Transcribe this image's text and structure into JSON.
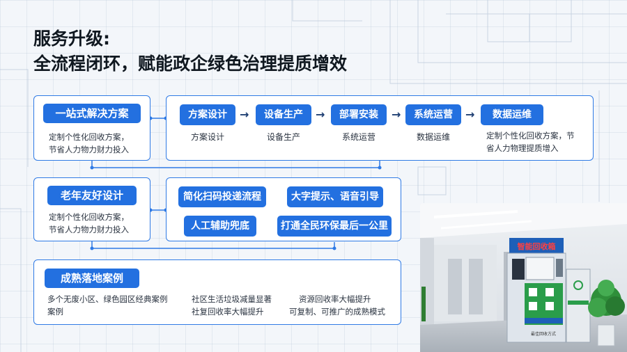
{
  "title": {
    "line1": "服务升级:",
    "line2": "全流程闭环，赋能政企绿色治理提质增效"
  },
  "section1": {
    "pill": "一站式解决方案",
    "desc_line1": "定制个性化回收方案，",
    "desc_line2": "节省人力物力财力投入",
    "steps": [
      {
        "label": "方案设计",
        "sub": "方案设计"
      },
      {
        "label": "设备生产",
        "sub": "设备生产"
      },
      {
        "label": "部署安装",
        "sub": "系统运营"
      },
      {
        "label": "系统运营",
        "sub": "数据运维"
      },
      {
        "label": "数据运维",
        "sub_line1": "定制个性化回收方案，节",
        "sub_line2": "省人力物理提质增入"
      }
    ],
    "arrow_glyph": "→"
  },
  "section2": {
    "pill": "老年友好设计",
    "desc_line1": "定制个性化回收方案，",
    "desc_line2": "节省人力物力财力投入",
    "features": [
      "简化扫码投递流程",
      "大字提示、语音引导",
      "人工辅助兜底",
      "打通全民环保最后一公里"
    ]
  },
  "section3": {
    "pill": "成熟落地案例",
    "cases": [
      {
        "line1": "多个无废小区、绿色园区经典案例",
        "line2": "案例"
      },
      {
        "line1": "社区生活垃圾减量显著",
        "line2": "社复回收率大幅提升"
      },
      {
        "line1": "资源回收率大幅提升",
        "line2": "可复制、可推广的成熟模式"
      }
    ]
  },
  "photo": {
    "machine_sign": "智能回收箱",
    "machine_bottom": "最佳回收方式"
  },
  "colors": {
    "accent": "#2370e0",
    "border": "#2f7ae5",
    "background": "#f3f6fa"
  }
}
